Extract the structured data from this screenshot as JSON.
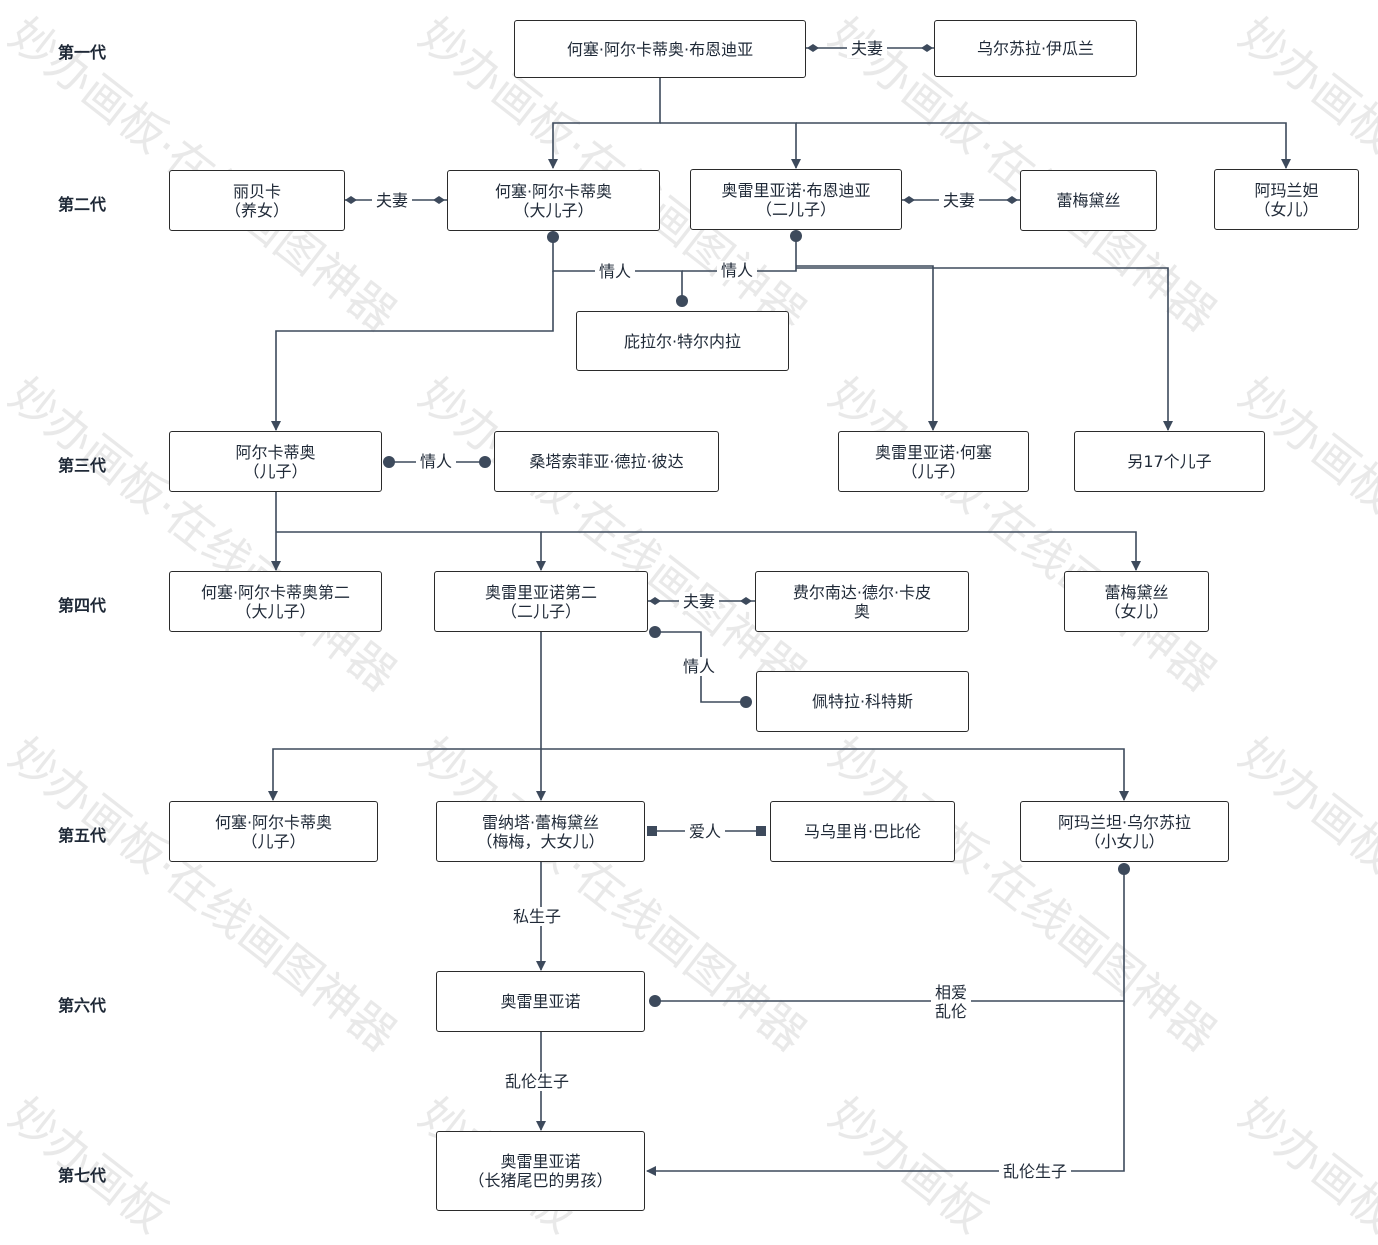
{
  "watermark": {
    "brand": "妙办画板",
    "tagline": "在线画图神器",
    "dot": "·"
  },
  "generations": [
    "第一代",
    "第二代",
    "第三代",
    "第四代",
    "第五代",
    "第六代",
    "第七代"
  ],
  "nodes": {
    "n1": [
      "何塞·阿尔卡蒂奥·布恩迪亚"
    ],
    "n2": [
      "乌尔苏拉·伊瓜兰"
    ],
    "n3": [
      "丽贝卡",
      "（养女）"
    ],
    "n4": [
      "何塞·阿尔卡蒂奥",
      "（大儿子）"
    ],
    "n5": [
      "奥雷里亚诺·布恩迪亚",
      "（二儿子）"
    ],
    "n6": [
      "蕾梅黛丝"
    ],
    "n7": [
      "阿玛兰妲",
      "（女儿）"
    ],
    "n8": [
      "庇拉尔·特尔内拉"
    ],
    "n9": [
      "阿尔卡蒂奥",
      "（儿子）"
    ],
    "n10": [
      "桑塔索菲亚·德拉·彼达"
    ],
    "n11": [
      "奥雷里亚诺·何塞",
      "（儿子）"
    ],
    "n12": [
      "另17个儿子"
    ],
    "n13": [
      "何塞·阿尔卡蒂奥第二",
      "（大儿子）"
    ],
    "n14": [
      "奥雷里亚诺第二",
      "（二儿子）"
    ],
    "n15": [
      "费尔南达·德尔·卡皮",
      "奥"
    ],
    "n16": [
      "蕾梅黛丝",
      "（女儿）"
    ],
    "n17": [
      "佩特拉·科特斯"
    ],
    "n18": [
      "何塞·阿尔卡蒂奥",
      "（儿子）"
    ],
    "n19": [
      "雷纳塔·蕾梅黛丝",
      "（梅梅，大女儿）"
    ],
    "n20": [
      "马乌里肖·巴比伦"
    ],
    "n21": [
      "阿玛兰坦·乌尔苏拉",
      "（小女儿）"
    ],
    "n22": [
      "奥雷里亚诺"
    ],
    "n23": [
      "奥雷里亚诺",
      "（长猪尾巴的男孩）"
    ]
  },
  "edge_labels": {
    "e1": "夫妻",
    "e2": "夫妻",
    "e3": "夫妻",
    "e4": "情人",
    "e5": "情人",
    "e6": "情人",
    "e7": "夫妻",
    "e8": "情人",
    "e9": "爱人",
    "e10": "私生子",
    "e11": "相爱",
    "e11b": "乱伦",
    "e12": "乱伦生子",
    "e13": "乱伦生子"
  },
  "colors": {
    "line": "#3d4a5c",
    "border": "#2b2b2b",
    "watermark": "#e9e9e9"
  }
}
